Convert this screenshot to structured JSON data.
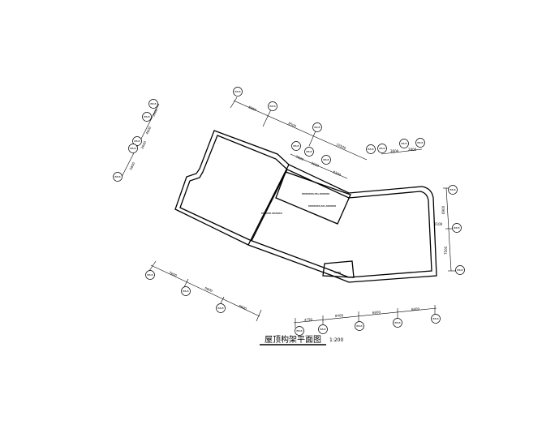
{
  "title": "屋顶构架平面图",
  "scale": "1:200",
  "dimensions": {
    "top_row": [
      "6860",
      "8500",
      "10500"
    ],
    "top_right": [
      "3600",
      "2800"
    ],
    "inner_top": [
      "3600",
      "3000",
      "6300"
    ],
    "left_col": [
      "3900",
      "4600",
      "2600",
      "5800"
    ],
    "right_col": [
      "6900",
      "7500"
    ],
    "right_inner": "2100",
    "bottom_left": [
      "7600",
      "6800",
      "6800"
    ],
    "bottom_right": [
      "4750",
      "8400",
      "6800",
      "6800"
    ]
  },
  "labels": {
    "label_a": "BBBBBBB(BB)-BBBBBB",
    "label_b": "BBBBBB-BBBBBB",
    "label_c": "BBBBBBB(BB)-BBBBBB",
    "label_d": "BBBB"
  },
  "bubble_text": "BB-B",
  "colors": {
    "line": "#000000",
    "background": "#ffffff"
  }
}
